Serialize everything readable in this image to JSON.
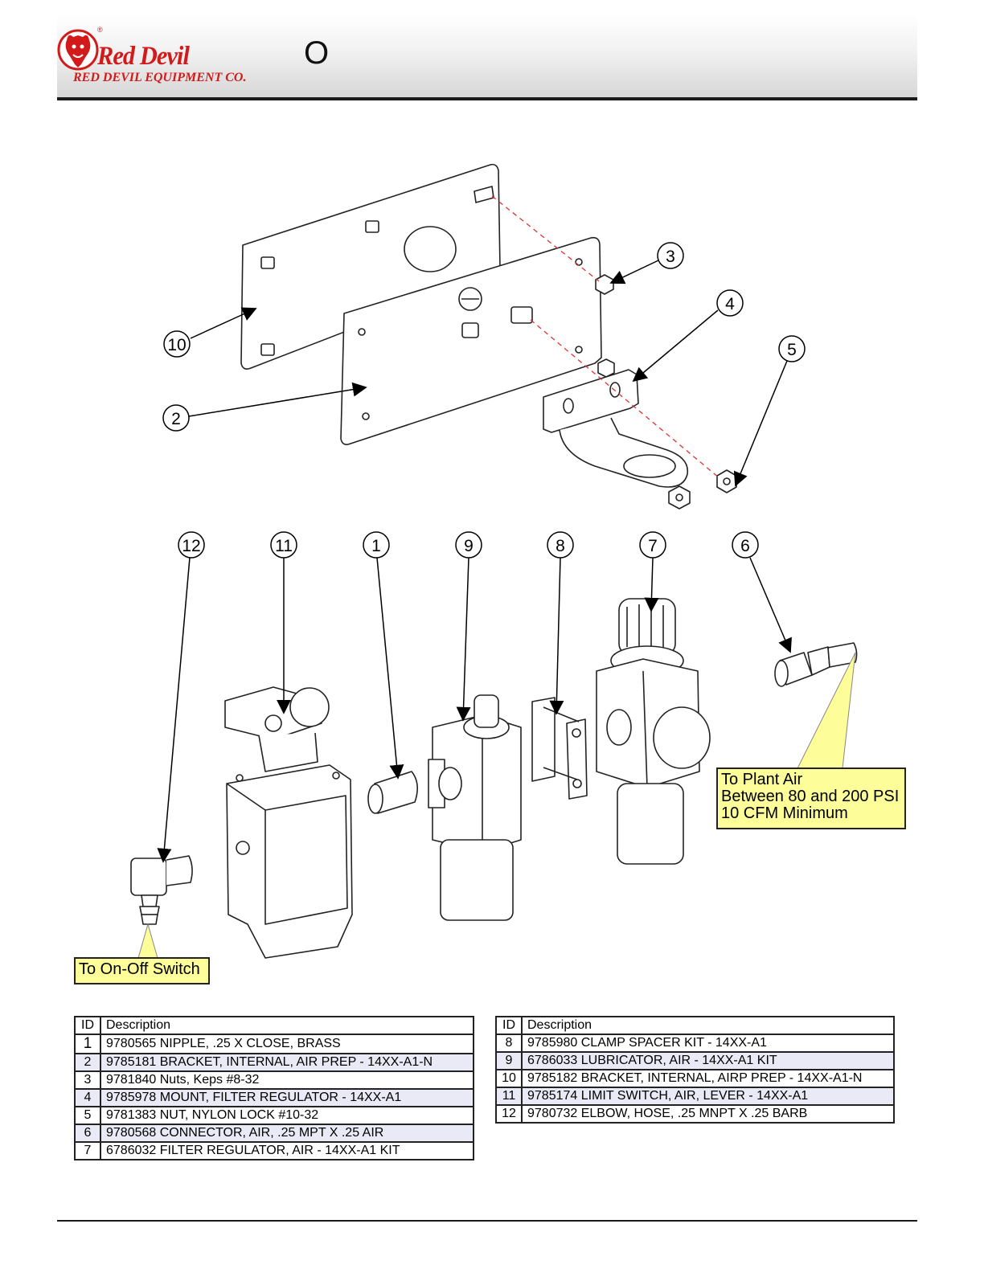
{
  "header": {
    "brand": "Red Devil",
    "company": "RED DEVIL EQUIPMENT CO.",
    "registered": "®",
    "title": "O"
  },
  "callouts": {
    "plant_air": [
      "To Plant Air",
      "Between 80 and 200 PSI",
      "10 CFM Minimum"
    ],
    "on_off": "To On-Off Switch"
  },
  "balloons": [
    "3",
    "4",
    "5",
    "10",
    "2",
    "12",
    "11",
    "1",
    "9",
    "8",
    "7",
    "6"
  ],
  "parts_table": {
    "headers": {
      "id": "ID",
      "description": "Description"
    },
    "left": [
      {
        "id": "1",
        "description": "9780565 NIPPLE, .25 X CLOSE, BRASS"
      },
      {
        "id": "2",
        "description": "9785181 BRACKET, INTERNAL, AIR PREP - 14XX-A1-N"
      },
      {
        "id": "3",
        "description": "9781840 Nuts, Keps #8-32"
      },
      {
        "id": "4",
        "description": "9785978 MOUNT, FILTER REGULATOR - 14XX-A1"
      },
      {
        "id": "5",
        "description": "9781383 NUT, NYLON LOCK #10-32"
      },
      {
        "id": "6",
        "description": "9780568 CONNECTOR, AIR, .25 MPT X .25 AIR"
      },
      {
        "id": "7",
        "description": "6786032 FILTER REGULATOR, AIR - 14XX-A1 KIT"
      }
    ],
    "right": [
      {
        "id": "8",
        "description": "9785980 CLAMP SPACER KIT - 14XX-A1"
      },
      {
        "id": "9",
        "description": "6786033 LUBRICATOR, AIR - 14XX-A1 KIT"
      },
      {
        "id": "10",
        "description": "9785182 BRACKET, INTERNAL, AIRP PREP - 14XX-A1-N"
      },
      {
        "id": "11",
        "description": "9785174 LIMIT SWITCH, AIR, LEVER - 14XX-A1"
      },
      {
        "id": "12",
        "description": "9780732 ELBOW, HOSE, .25 MNPT X .25 BARB"
      }
    ]
  },
  "colors": {
    "brand_red": "#d21a1a",
    "callout_fill": "#fdfd9a",
    "row_tint": "#eaeaf6"
  }
}
